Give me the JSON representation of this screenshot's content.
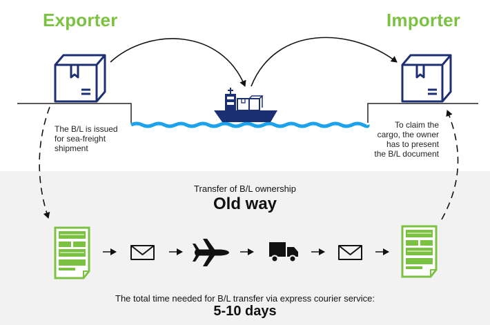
{
  "exporter": {
    "title": "Exporter",
    "caption": [
      "The B/L is issued",
      "for sea-freight",
      "shipment"
    ]
  },
  "importer": {
    "title": "Importer",
    "caption": [
      "To claim the",
      "cargo, the owner",
      "has to present",
      "the B/L document"
    ]
  },
  "transfer": {
    "subtitle": "Transfer of B/L ownership",
    "heading": "Old way"
  },
  "footer": {
    "description": "The total time needed for B/L transfer via express courier service:",
    "duration": "5-10 days"
  },
  "colors": {
    "accent_green": "#7cc242",
    "navy": "#1d2f73",
    "water_blue": "#1aa3ec",
    "panel_gray": "#f2f2f2"
  },
  "flow_steps": [
    "document-icon",
    "envelope-icon",
    "airplane-icon",
    "truck-icon",
    "envelope-icon",
    "document-icon"
  ]
}
